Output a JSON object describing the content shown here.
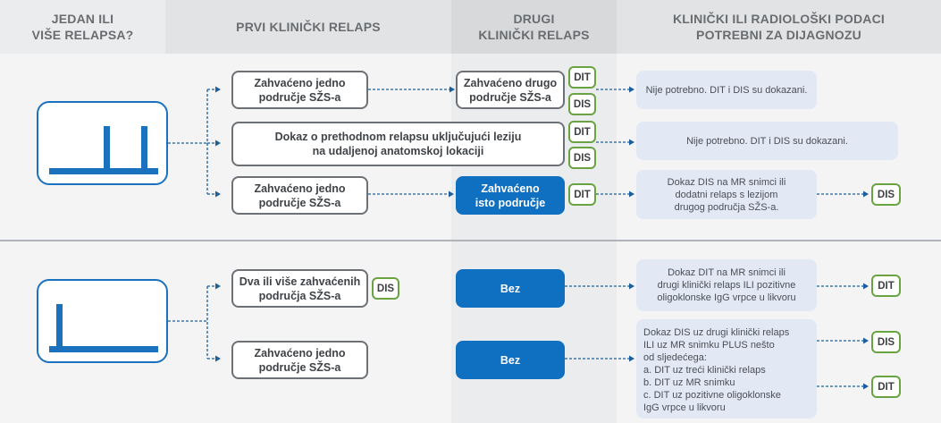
{
  "colors": {
    "blue": "#0f6fc0",
    "green": "#6aa342",
    "grey_border": "#6d7175",
    "pale_blue": "#e2e9f5",
    "header_text": "#6a6d70"
  },
  "headers": {
    "col1": "JEDAN ILI\nVIŠE RELAPSA?",
    "col2": "PRVI KLINIČKI RELAPS",
    "col3": "DRUGI\nKLINIČKI RELAPS",
    "col4": "KLINIČKI ILI RADIOLOŠKI PODACI\nPOTREBNI ZA DIJAGNOZU"
  },
  "section1": {
    "icon": "two-relapses-icon",
    "row1": {
      "first": "Zahvaćeno jedno\npodručje SŽS-a",
      "second": "Zahvaćeno drugo\npodručje SŽS-a",
      "badge_top": "DIT",
      "badge_bottom": "DIS",
      "result": "Nije potrebno. DIT i DIS su dokazani."
    },
    "row2": {
      "first": "Dokaz o prethodnom relapsu uključujući leziju\nna udaljenoj anatomskoj lokaciji",
      "badge_top": "DIT",
      "badge_bottom": "DIS",
      "result": "Nije potrebno. DIT i DIS su dokazani."
    },
    "row3": {
      "first": "Zahvaćeno jedno\npodručje SŽS-a",
      "second": "Zahvaćeno\nisto područje",
      "badge": "DIT",
      "result": "Dokaz DIS na MR snimci ili\ndodatni relaps s lezijom\ndrugog područja SŽS-a.",
      "outcome": "DIS"
    }
  },
  "section2": {
    "icon": "single-relapse-icon",
    "row1": {
      "first": "Dva ili više zahvaćenih\npodručja SŽS-a",
      "badge": "DIS",
      "second": "Bez",
      "result": "Dokaz DIT na MR snimci ili\ndrugi klinički relaps ILI pozitivne\noligoklonske IgG vrpce u likvoru",
      "outcome": "DIT"
    },
    "row2": {
      "first": "Zahvaćeno jedno\npodručje SŽS-a",
      "second": "Bez",
      "result": "Dokaz DIS uz drugi klinički relaps\nILI uz MR snimku PLUS nešto\nod sljedećega:\n    a. DIT uz treći klinički relaps\n    b. DIT uz MR snimku\n    c. DIT uz pozitivne oligoklonske\n        IgG vrpce u likvoru",
      "outcome_top": "DIS",
      "outcome_bottom": "DIT"
    }
  }
}
